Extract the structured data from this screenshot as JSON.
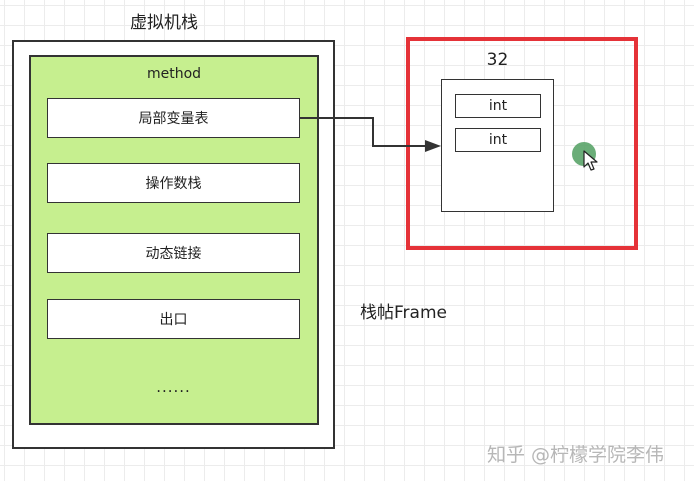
{
  "vm_stack": {
    "title": "虚拟机栈",
    "frame": {
      "label": "method",
      "slots": [
        "局部变量表",
        "操作数栈",
        "动态链接",
        "出口"
      ],
      "more": "......"
    }
  },
  "frame_caption": "栈帖Frame",
  "local_var_table": {
    "number": "32",
    "cells": [
      "int",
      "int"
    ]
  },
  "watermark": "知乎 @柠檬学院李伟",
  "colors": {
    "method_fill": "#c6ef8f",
    "highlight_border": "#e53238",
    "cursor_dot": "#5aa469"
  }
}
